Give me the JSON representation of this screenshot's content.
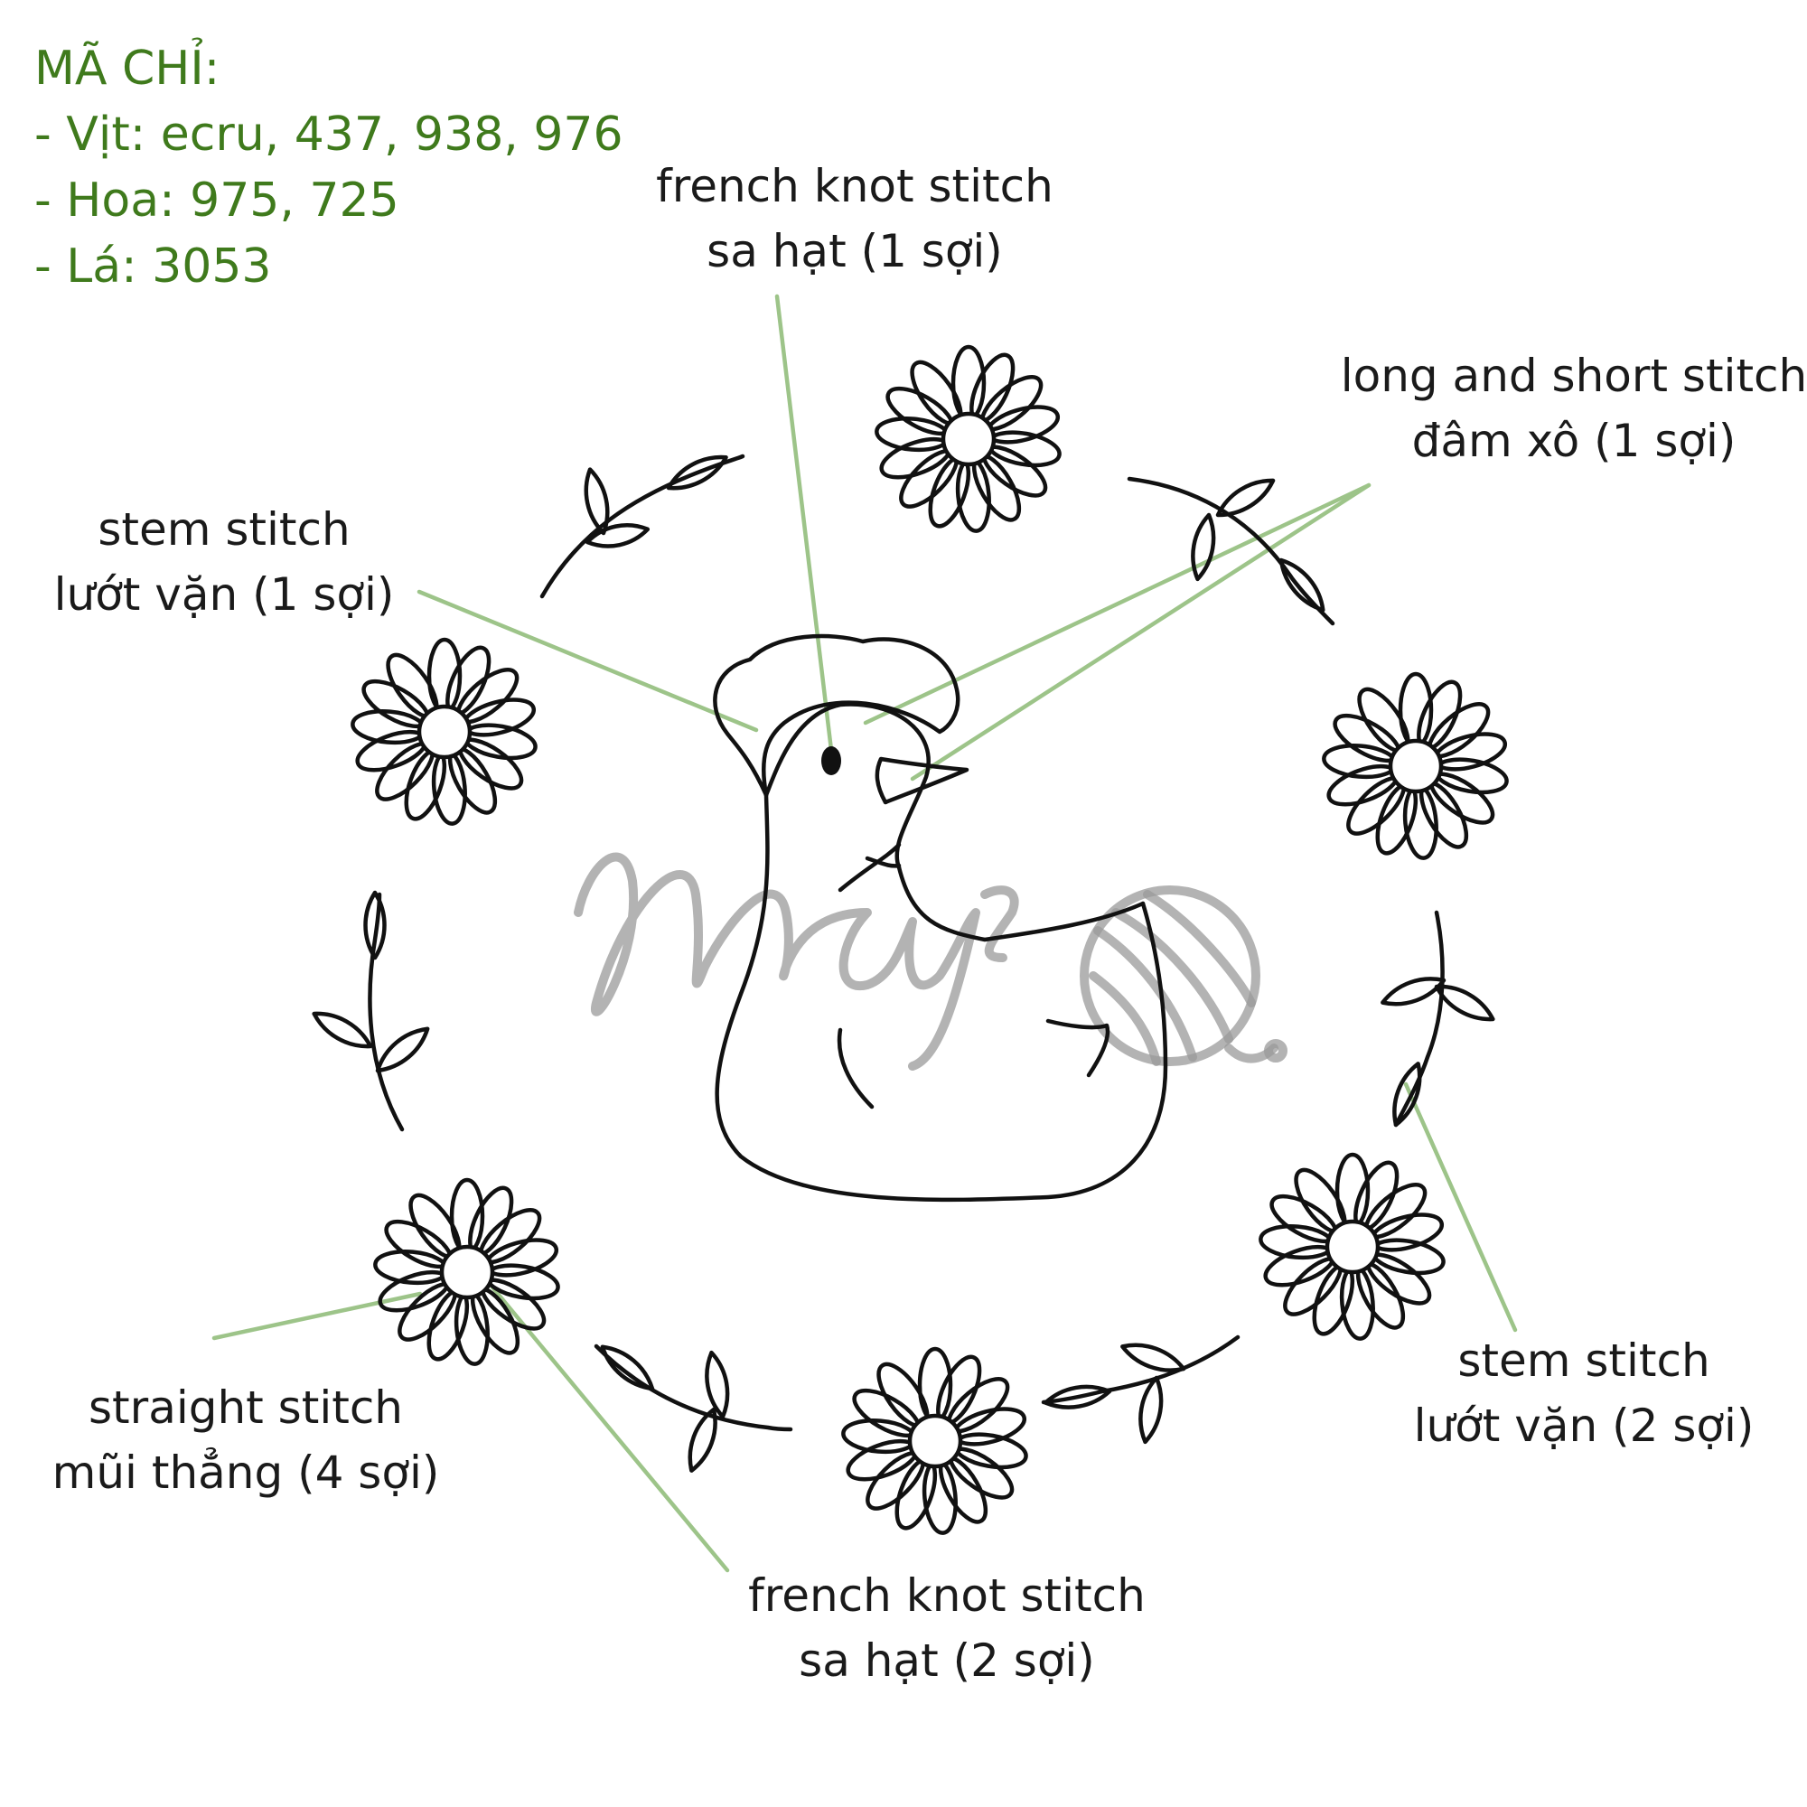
{
  "thread_legend": {
    "title": "MÃ CHỈ:",
    "lines": [
      "- Vịt: ecru, 437, 938, 976",
      "- Hoa: 975, 725",
      "- Lá: 3053"
    ]
  },
  "labels": {
    "french_knot_top": {
      "line1": "french knot stitch",
      "line2": "sa hạt (1 sợi)"
    },
    "long_short": {
      "line1": "long and short stitch",
      "line2": "đâm xô (1 sợi)"
    },
    "stem_left": {
      "line1": "stem stitch",
      "line2": "lướt vặn (1 sợi)"
    },
    "stem_right": {
      "line1": "stem stitch",
      "line2": "lướt vặn (2 sợi)"
    },
    "straight": {
      "line1": "straight stitch",
      "line2": "mũi thẳng (4 sợi)"
    },
    "french_knot_bottom": {
      "line1": "french knot stitch",
      "line2": "sa hạt (2 sợi)"
    }
  },
  "colors": {
    "legend_text": "#3f7a1c",
    "leader_line": "#9dc489",
    "ink": "#111111",
    "watermark": "#9a9a9a"
  },
  "watermark": {
    "icon": "yarn-ball-icon"
  }
}
